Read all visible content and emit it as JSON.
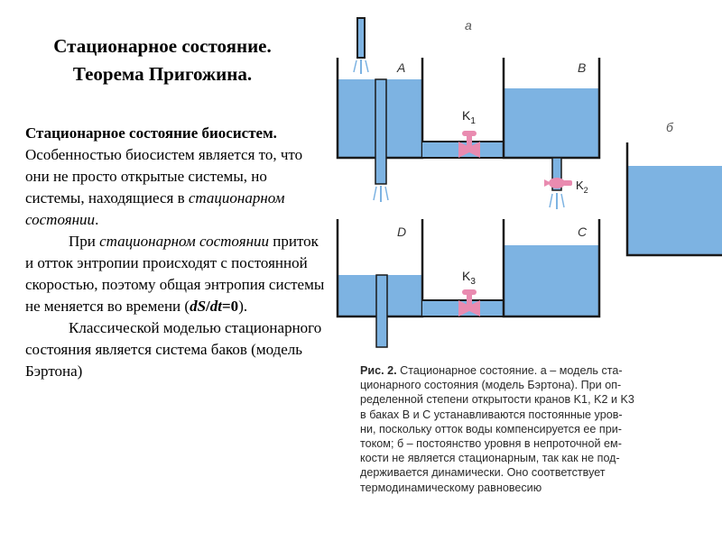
{
  "title": {
    "line1": "Стационарное  состояние.",
    "line2": "Теорема Пригожина."
  },
  "text": {
    "heading": "Стационарное состояние биосистем.",
    "p1": "Особенностью биосистем является то, что они не просто открытые системы, но системы, находящиеся в ",
    "p1_em": "стационарном состоянии",
    "p1_end": ".",
    "p2_start": "При ",
    "p2_em": "стационарном состоянии",
    "p2_mid": " приток и отток энтропии происходят с постоянной скоростью, поэтому общая энтропия системы не меняется во времени (",
    "p2_formula": "dS",
    "p2_slash": "/",
    "p2_formula2": "dt",
    "p2_eq": "=0",
    "p2_end": ").",
    "p3": "Классической моделью стационарного состояния является система баков (модель Бэртона)"
  },
  "figure": {
    "label_a": "а",
    "label_b": "б",
    "tank_A": "A",
    "tank_B": "B",
    "tank_C": "C",
    "tank_D": "D",
    "k1": "K",
    "k1_sub": "1",
    "k2": "K",
    "k2_sub": "2",
    "k3": "K",
    "k3_sub": "3",
    "water_color": "#7db3e2",
    "valve_color": "#e98bb0"
  },
  "caption": {
    "line1_bold": "Рис. 2.",
    "line1": " Стационарное состояние. а – модель ста-",
    "line2": "ционарного состояния (модель Бэртона). При оп-",
    "line3": "ределенной степени открытости кранов K1, K2 и K3",
    "line4": "в баках В и С устанавливаются постоянные уров-",
    "line5": "ни, поскольку отток воды компенсируется ее при-",
    "line6": "током; б – постоянство уровня в непроточной ем-",
    "line7": "кости не является стационарным, так как не под-",
    "line8": "держивается динамически. Оно соответствует",
    "line9": "термодинамическому равновесию"
  }
}
